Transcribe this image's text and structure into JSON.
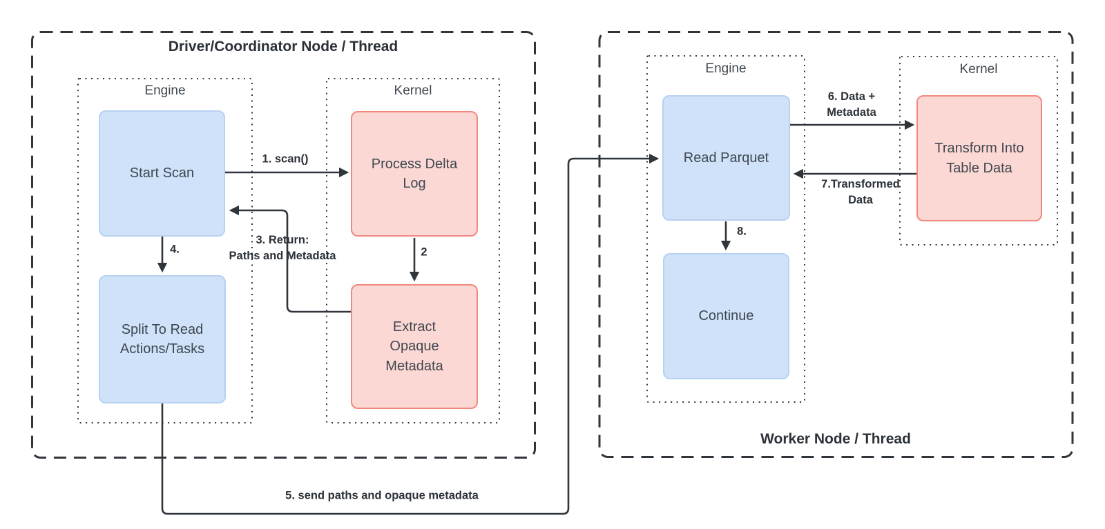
{
  "driver": {
    "title": "Driver/Coordinator Node / Thread",
    "engine_label": "Engine",
    "kernel_label": "Kernel",
    "start_scan": "Start Scan",
    "split_tasks": "Split To Read Actions/Tasks",
    "process_delta_log": "Process Delta Log",
    "extract_opaque_metadata": "Extract Opaque Metadata"
  },
  "worker": {
    "title": "Worker Node / Thread",
    "engine_label": "Engine",
    "kernel_label": "Kernel",
    "read_parquet": "Read Parquet",
    "continue": "Continue",
    "transform": "Transform Into Table Data"
  },
  "edges": {
    "scan": "1. scan()",
    "process_to_extract": "2",
    "return_paths": "3. Return:\nPaths and Metadata",
    "to_split": "4.",
    "send_paths": "5. send paths and opaque metadata",
    "data_metadata": "6. Data +\nMetadata",
    "transformed_data": "7.Transformed\nData",
    "to_continue": "8."
  },
  "colors": {
    "line": "#2f353b",
    "box_text": "#3f4750",
    "label_text": "#2b3137",
    "engine_fill": "#cfe2fa",
    "engine_stroke": "#b7d1f0",
    "kernel_fill": "#fcd8d4",
    "kernel_stroke": "#f0897f",
    "background": "#ffffff"
  }
}
